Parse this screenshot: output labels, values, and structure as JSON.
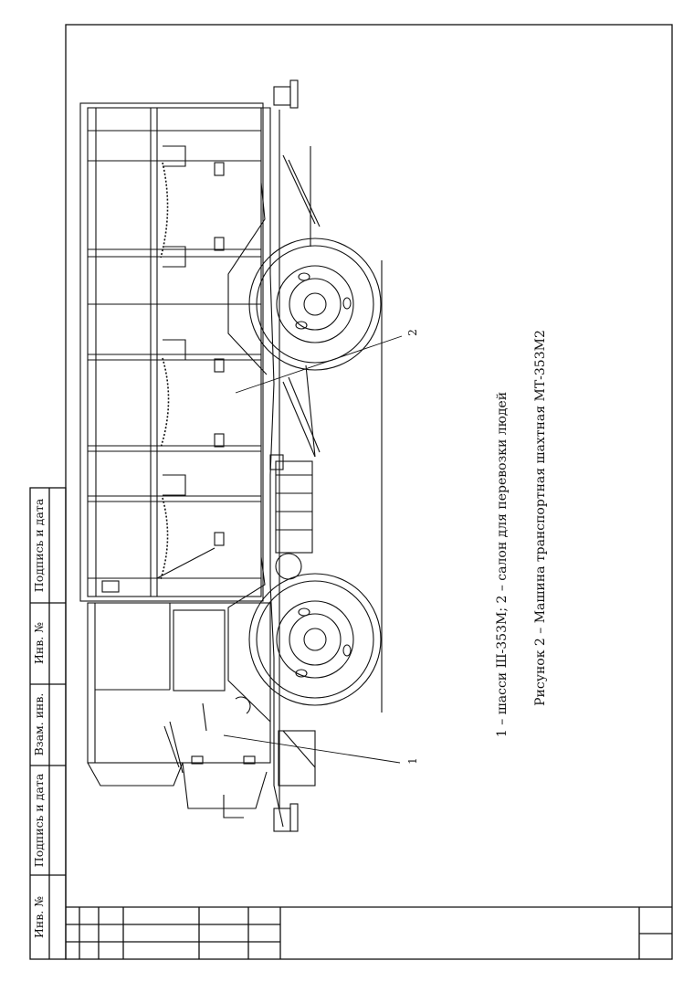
{
  "stamp_labels": {
    "sign_date_top": "Подпись и дата",
    "inv_no_top": "Инв. №",
    "vzam_inv": "Взам. инв.",
    "sign_date_bottom": "Подпись и дата",
    "inv_no_bottom": "Инв. №"
  },
  "callouts": {
    "one": "1",
    "two": "2"
  },
  "captions": {
    "legend": "1 – шасси Ш-353М; 2 – салон для перевозки людей",
    "figure": "Рисунок 2 – Машина транспортная шахтная  МТ-353М2"
  },
  "colors": {
    "line": "#111111",
    "paper": "#ffffff"
  }
}
